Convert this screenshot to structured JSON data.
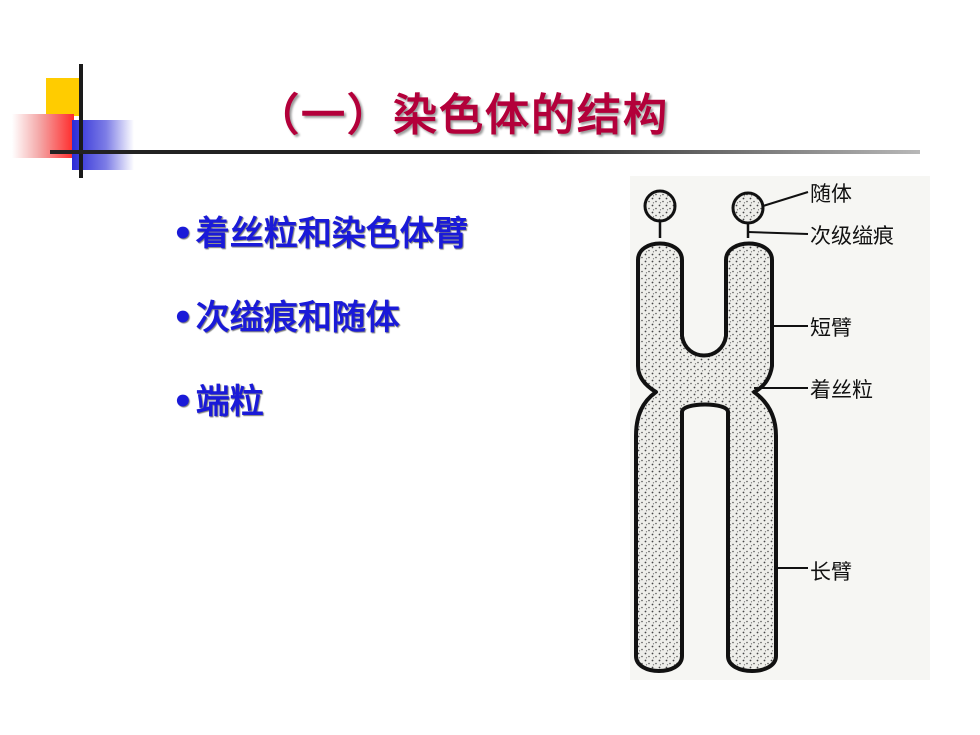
{
  "title": "（一）染色体的结构",
  "bullet_symbol": "•",
  "bullets": [
    "着丝粒和染色体臂",
    "次缢痕和随体",
    "端粒"
  ],
  "figure": {
    "labels": {
      "satellite": "随体",
      "secondary_constriction": "次级缢痕",
      "short_arm": "短臂",
      "centromere": "着丝粒",
      "long_arm": "长臂"
    }
  }
}
